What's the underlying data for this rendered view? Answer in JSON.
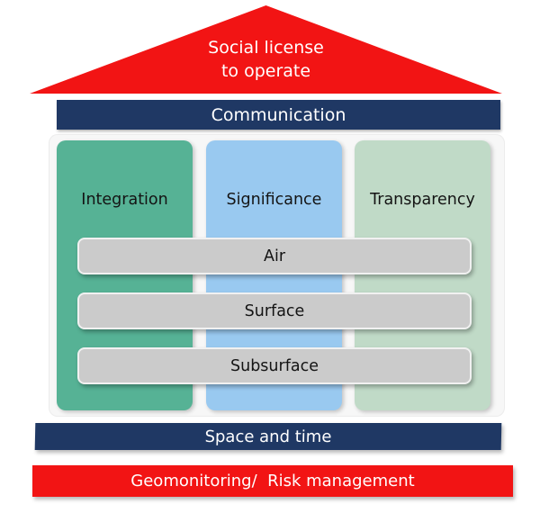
{
  "roof": {
    "line1": "Social license",
    "line2": "to operate",
    "color": "#f21414"
  },
  "communication": {
    "label": "Communication",
    "color": "#1f3864"
  },
  "columns": [
    {
      "label": "Integration",
      "color": "#56b295"
    },
    {
      "label": "Significance",
      "color": "#99c9f0"
    },
    {
      "label": "Transparency",
      "color": "#c0dac7"
    }
  ],
  "layers": [
    {
      "label": "Air",
      "color": "#cbcbcb"
    },
    {
      "label": "Surface",
      "color": "#cbcbcb"
    },
    {
      "label": "Subsurface",
      "color": "#cbcbcb"
    }
  ],
  "footer_bars": {
    "space_time": {
      "label": "Space and time",
      "color": "#1f3864"
    },
    "geomonitoring": {
      "label": "Geomonitoring/  Risk management",
      "color": "#f21414"
    }
  }
}
